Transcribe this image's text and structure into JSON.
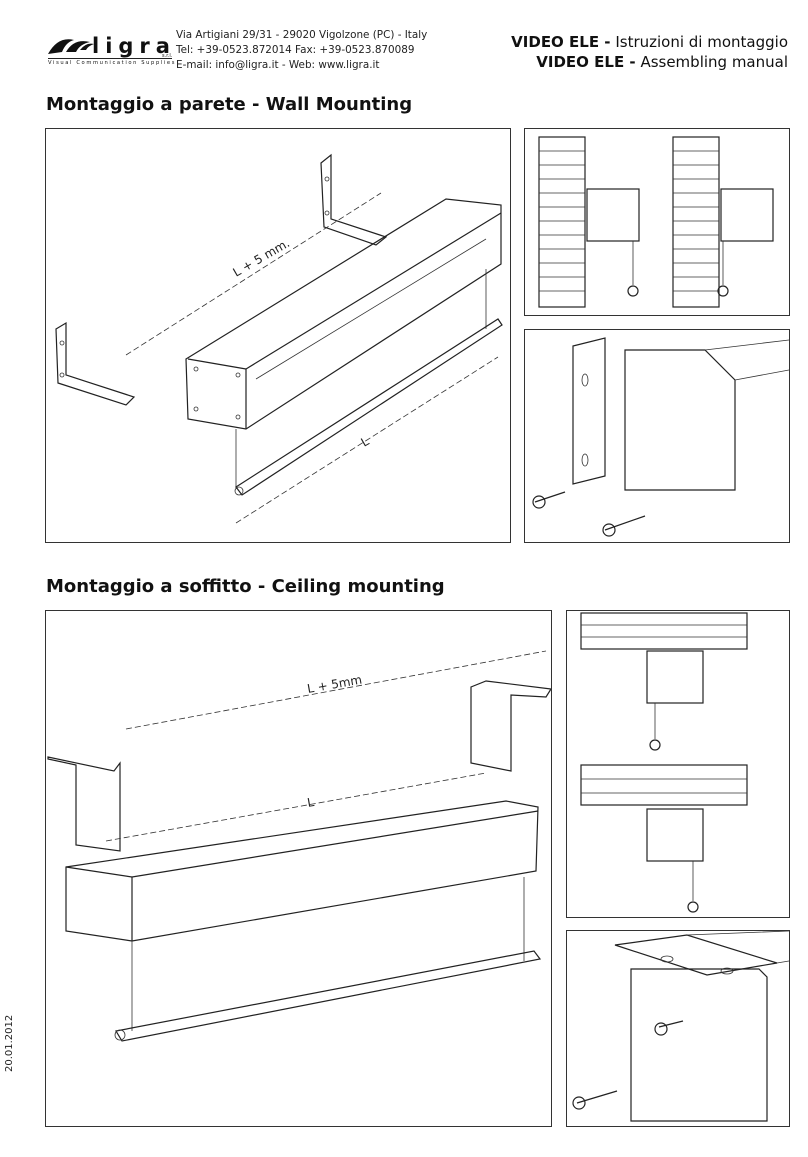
{
  "header": {
    "logo_word": "ligra",
    "logo_srl": "s.r.l.",
    "logo_tagline": "Visual Communication Supplies",
    "address_line1": "Via Artigiani 29/31 - 29020 Vigolzone (PC) - Italy",
    "address_line2": "Tel: +39-0523.872014 Fax: +39-0523.870089",
    "address_line3": "E-mail: info@ligra.it - Web: www.ligra.it",
    "title_it_bold": "VIDEO ELE -",
    "title_it": "Istruzioni di montaggio",
    "title_en_bold": "VIDEO ELE -",
    "title_en": "Assembling manual"
  },
  "sections": {
    "wall_title": "Montaggio a parete - Wall Mounting",
    "ceiling_title": "Montaggio a soffitto - Ceiling mounting"
  },
  "dimensions": {
    "wall_width": "L + 5 mm.",
    "wall_length": "L",
    "ceiling_width": "L + 5mm",
    "ceiling_length": "L"
  },
  "footer": {
    "date": "20.01.2012"
  }
}
